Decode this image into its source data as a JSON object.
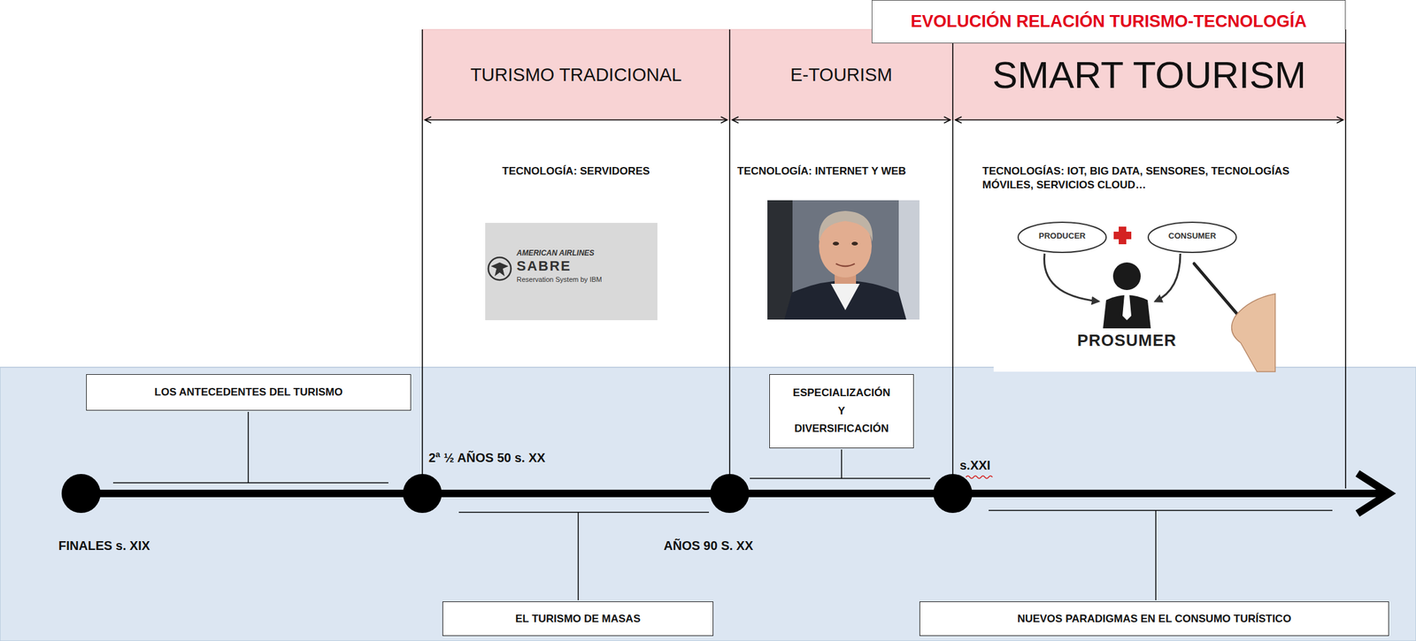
{
  "diagram": {
    "title": "EVOLUCIÓN RELACIÓN TURISMO-TECNOLOGÍA",
    "nodes": [
      {
        "text": [
          "TURISMO TRADICIONAL",
          "TECNOLOGÍA: SERVIDORES"
        ]
      },
      {
        "text": [
          "E-TOURISM",
          "TECNOLOGÍA: INTERNET Y WEB"
        ]
      },
      {
        "text": [
          "SMART TOURISM",
          "TECNOLOGÍAS: IOT, BIG DATA, SENSORES, TECNOLOGÍAS MÓVILES, SERVICIOS CLOUD…"
        ]
      },
      {
        "text": [
          "LOS ANTECEDENTES DEL TURISMO"
        ]
      },
      {
        "text": [
          "ESPECIALIZACIÓN Y DIVERSIFICACIÓN"
        ]
      },
      {
        "text": [
          "EL TURISMO DE MASAS"
        ]
      },
      {
        "text": [
          "NUEVOS PARADIGMAS EN EL CONSUMO TURÍSTICO"
        ]
      }
    ],
    "labels": [
      "FINALES s. XIX",
      "2ª ½ AÑOS 50 s. XX",
      "AÑOS 90 S. XX",
      "s.XXI",
      "AMERICAN AIRLINES",
      "SABRE",
      "Reservation System by IBM",
      "PRODUCER",
      "CONSUMER",
      "PROSUMER"
    ]
  }
}
